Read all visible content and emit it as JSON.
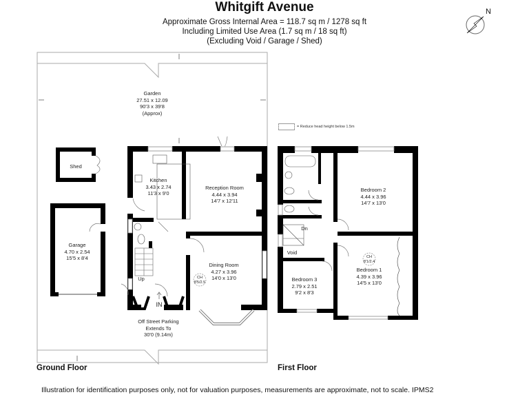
{
  "header": {
    "title": "Whitgift Avenue",
    "area_line": "Approximate Gross Internal Area = 118.7 sq m / 1278 sq ft",
    "limited_use_line": "Including Limited Use Area (1.7 sq m / 18 sq ft)",
    "excluding_line": "(Excluding Void / Garage / Shed)"
  },
  "compass": {
    "icon": "compass-icon",
    "north_label": "N"
  },
  "legend": {
    "text": "= Reduce head height below 1.5m"
  },
  "ground_floor": {
    "label": "Ground Floor",
    "rooms": [
      {
        "name": "Garden",
        "metric": "27.51 x 12.09",
        "imperial": "90'3 x 39'8",
        "note": "(Approx)"
      },
      {
        "name": "Shed"
      },
      {
        "name": "Kitchen",
        "metric": "3.43 x 2.74",
        "imperial": "11'3 x 9'0"
      },
      {
        "name": "Reception Room",
        "metric": "4.44 x 3.94",
        "imperial": "14'7 x 12'11"
      },
      {
        "name": "Garage",
        "metric": "4.70 x 2.54",
        "imperial": "15'5 x 8'4"
      },
      {
        "name": "Dining Room",
        "metric": "4.27 x 3.96",
        "imperial": "14'0 x 13'0"
      }
    ],
    "ceiling_height": {
      "label": "CH",
      "value": "8'5/2.5"
    },
    "stairs_label": "Up",
    "entrance_label": "IN",
    "parking": {
      "line1": "Off Street Parking",
      "line2": "Extends To",
      "line3": "30'0 (9.14m)"
    }
  },
  "first_floor": {
    "label": "First Floor",
    "rooms": [
      {
        "name": "Bedroom 2",
        "metric": "4.44 x 3.96",
        "imperial": "14'7 x 13'0"
      },
      {
        "name": "Bedroom 1",
        "metric": "4.39 x 3.96",
        "imperial": "14'5 x 13'0"
      },
      {
        "name": "Bedroom 3",
        "metric": "2.79 x 2.51",
        "imperial": "9'2 x 8'3"
      }
    ],
    "ceiling_height": {
      "label": "CH",
      "value": "8'1/2.4"
    },
    "stairs_label": "Dn",
    "void_label": "Void"
  },
  "footer": {
    "disclaimer": "Illustration for identification purposes only, not for valuation purposes, measurements are approximate, not to scale. IPMS2"
  }
}
